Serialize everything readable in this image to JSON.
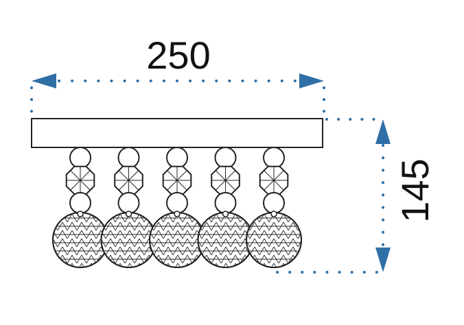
{
  "dimensions": {
    "width_label": "250",
    "height_label": "145"
  },
  "pendant_count": 5,
  "colors": {
    "dimension_line": "#2f6fa6",
    "drawing_stroke": "#222222",
    "text": "#111111"
  }
}
